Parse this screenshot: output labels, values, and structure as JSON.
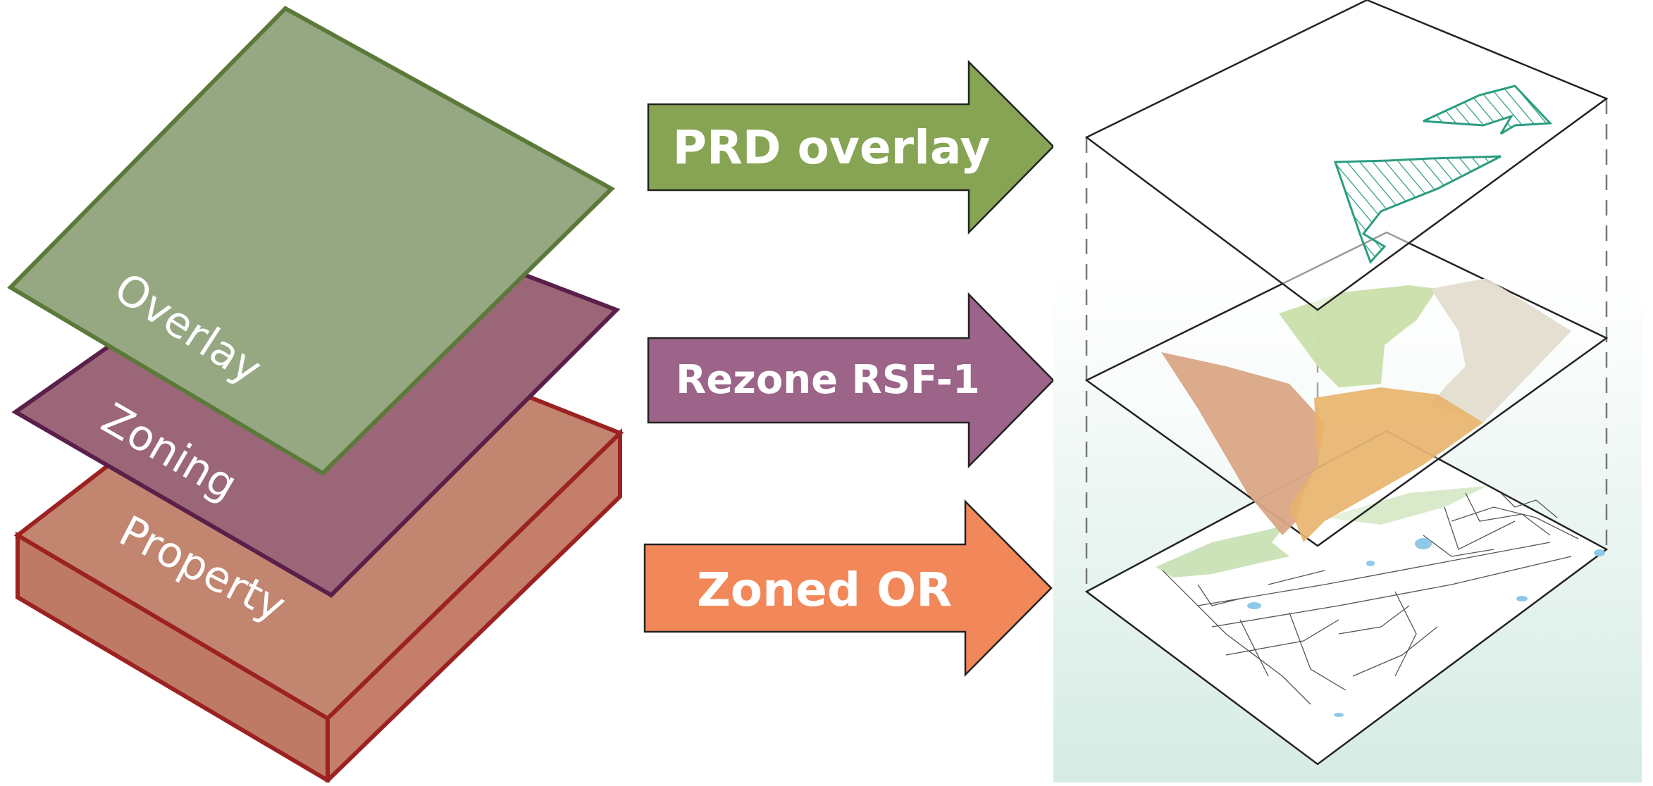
{
  "layers": {
    "overlay": {
      "label": "Overlay",
      "color": "#8aa66d",
      "stroke": "#5b7a3a"
    },
    "zoning": {
      "label": "Zoning",
      "color": "#9b6678",
      "stroke": "#5a1f4a"
    },
    "property": {
      "label": "Property",
      "color": "#c07a66",
      "stroke": "#9c2222"
    }
  },
  "arrows": [
    {
      "label": "PRD overlay",
      "color": "#86a453"
    },
    {
      "label": "Rezone RSF-1",
      "color": "#9b6488"
    },
    {
      "label": "Zoned OR",
      "color": "#f2875a"
    }
  ],
  "map_stack": {
    "hatch_color": "#2a9d80",
    "zone_colors": [
      "#c9dfaa",
      "#e4ddd0",
      "#d9a685",
      "#e8b26a"
    ],
    "background_gradient": [
      "#ffffff",
      "#d9ece6"
    ]
  }
}
